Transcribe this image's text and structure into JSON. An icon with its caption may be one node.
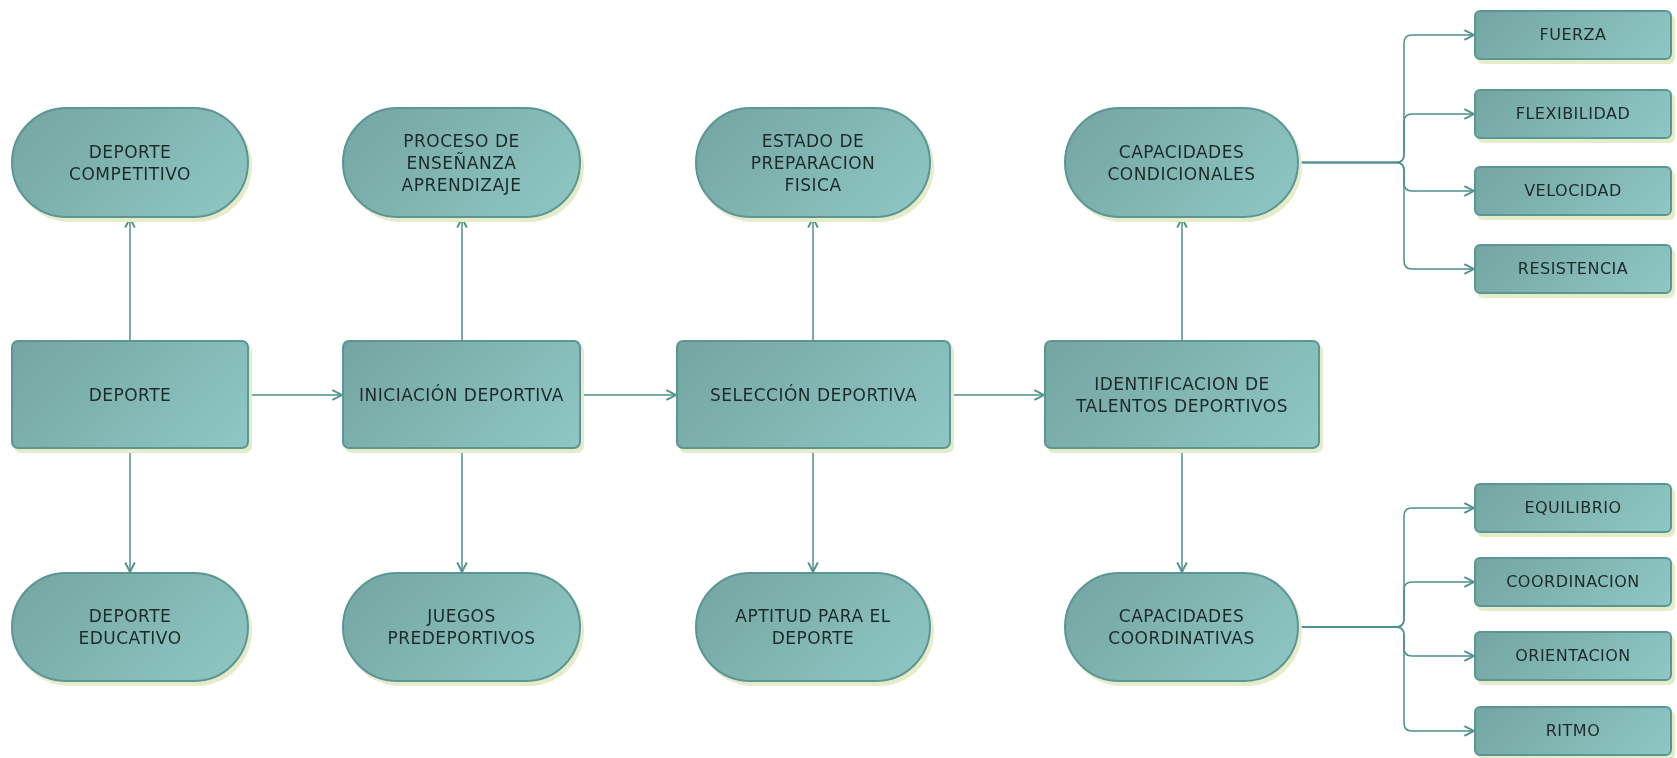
{
  "diagram": {
    "nodes": [
      {
        "text": [
          "DEPORTE COMPETITIVO"
        ]
      },
      {
        "text": [
          "DEPORTE"
        ]
      },
      {
        "text": [
          "DEPORTE EDUCATIVO"
        ]
      },
      {
        "text": [
          "PROCESO DE ENSEÑANZA APRENDIZAJE"
        ]
      },
      {
        "text": [
          "INICIACIÓN DEPORTIVA"
        ]
      },
      {
        "text": [
          "JUEGOS PREDEPORTIVOS"
        ]
      },
      {
        "text": [
          "ESTADO DE PREPARACION FISICA"
        ]
      },
      {
        "text": [
          "SELECCIÓN DEPORTIVA"
        ]
      },
      {
        "text": [
          "APTITUD PARA EL DEPORTE"
        ]
      },
      {
        "text": [
          "CAPACIDADES CONDICIONALES"
        ]
      },
      {
        "text": [
          "IDENTIFICACION DE TALENTOS DEPORTIVOS"
        ]
      },
      {
        "text": [
          "CAPACIDADES COORDINATIVAS"
        ]
      },
      {
        "text": [
          "FUERZA"
        ]
      },
      {
        "text": [
          "FLEXIBILIDAD"
        ]
      },
      {
        "text": [
          "VELOCIDAD"
        ]
      },
      {
        "text": [
          "RESISTENCIA"
        ]
      },
      {
        "text": [
          "EQUILIBRIO"
        ]
      },
      {
        "text": [
          "COORDINACION"
        ]
      },
      {
        "text": [
          "ORIENTACION"
        ]
      },
      {
        "text": [
          "RITMO"
        ]
      }
    ],
    "edges": [
      {
        "from": 1,
        "to": 0,
        "arrow": "to"
      },
      {
        "from": 1,
        "to": 2,
        "arrow": "to"
      },
      {
        "from": 1,
        "to": 4,
        "arrow": "to"
      },
      {
        "from": 4,
        "to": 3,
        "arrow": "to"
      },
      {
        "from": 4,
        "to": 5,
        "arrow": "to"
      },
      {
        "from": 4,
        "to": 7,
        "arrow": "to"
      },
      {
        "from": 7,
        "to": 6,
        "arrow": "to"
      },
      {
        "from": 7,
        "to": 8,
        "arrow": "to"
      },
      {
        "from": 7,
        "to": 10,
        "arrow": "to"
      },
      {
        "from": 10,
        "to": 9,
        "arrow": "to"
      },
      {
        "from": 10,
        "to": 11,
        "arrow": "to"
      },
      {
        "from": 9,
        "to": 12,
        "arrow": "to"
      },
      {
        "from": 9,
        "to": 13,
        "arrow": "to"
      },
      {
        "from": 9,
        "to": 14,
        "arrow": "to"
      },
      {
        "from": 9,
        "to": 15,
        "arrow": "to"
      },
      {
        "from": 11,
        "to": 16,
        "arrow": "to"
      },
      {
        "from": 11,
        "to": 17,
        "arrow": "to"
      },
      {
        "from": 11,
        "to": 18,
        "arrow": "to"
      },
      {
        "from": 11,
        "to": 19,
        "arrow": "to"
      }
    ]
  }
}
